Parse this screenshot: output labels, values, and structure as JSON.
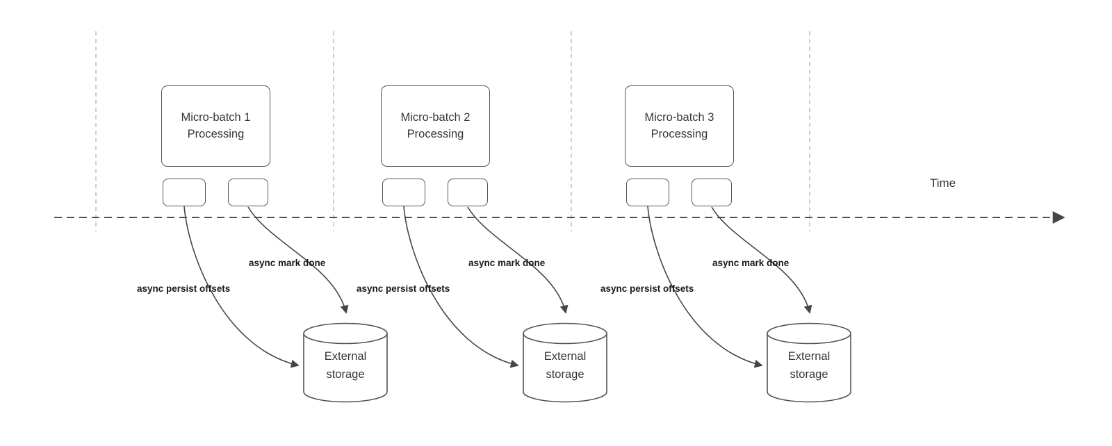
{
  "diagram": {
    "time_axis_label": "Time",
    "groups": [
      {
        "process_label": "Micro-batch 1\nProcessing",
        "persist_offsets_label": "async persist offsets",
        "mark_done_label": "async mark done",
        "storage_label": "External\nstorage"
      },
      {
        "process_label": "Micro-batch 2\nProcessing",
        "persist_offsets_label": "async persist offsets",
        "mark_done_label": "async mark done",
        "storage_label": "External\nstorage"
      },
      {
        "process_label": "Micro-batch 3\nProcessing",
        "persist_offsets_label": "async persist offsets",
        "mark_done_label": "async mark done",
        "storage_label": "External\nstorage"
      }
    ],
    "colors": {
      "diagram_stroke": "#4f545a",
      "arrow_stroke": "#42464b",
      "guide_line": "#bdbdbd",
      "text": "#33363b",
      "label_text": "#17191c",
      "background": "#ffffff"
    }
  }
}
